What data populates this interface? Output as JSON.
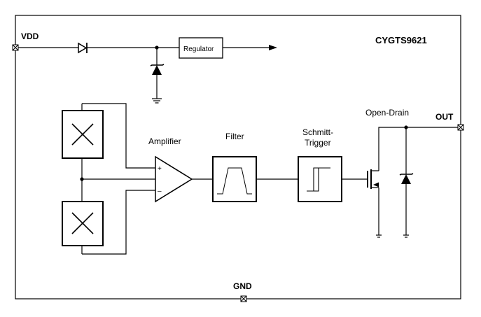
{
  "pins": {
    "vdd": "VDD",
    "out": "OUT",
    "gnd": "GND"
  },
  "part_number": "CYGTS9621",
  "blocks": {
    "regulator": "Regulator",
    "amplifier": "Amplifier",
    "amp_plus": "+",
    "amp_minus": "–",
    "filter": "Filter",
    "schmitt_line1": "Schmitt-",
    "schmitt_line2": "Trigger",
    "open_drain": "Open-Drain"
  }
}
